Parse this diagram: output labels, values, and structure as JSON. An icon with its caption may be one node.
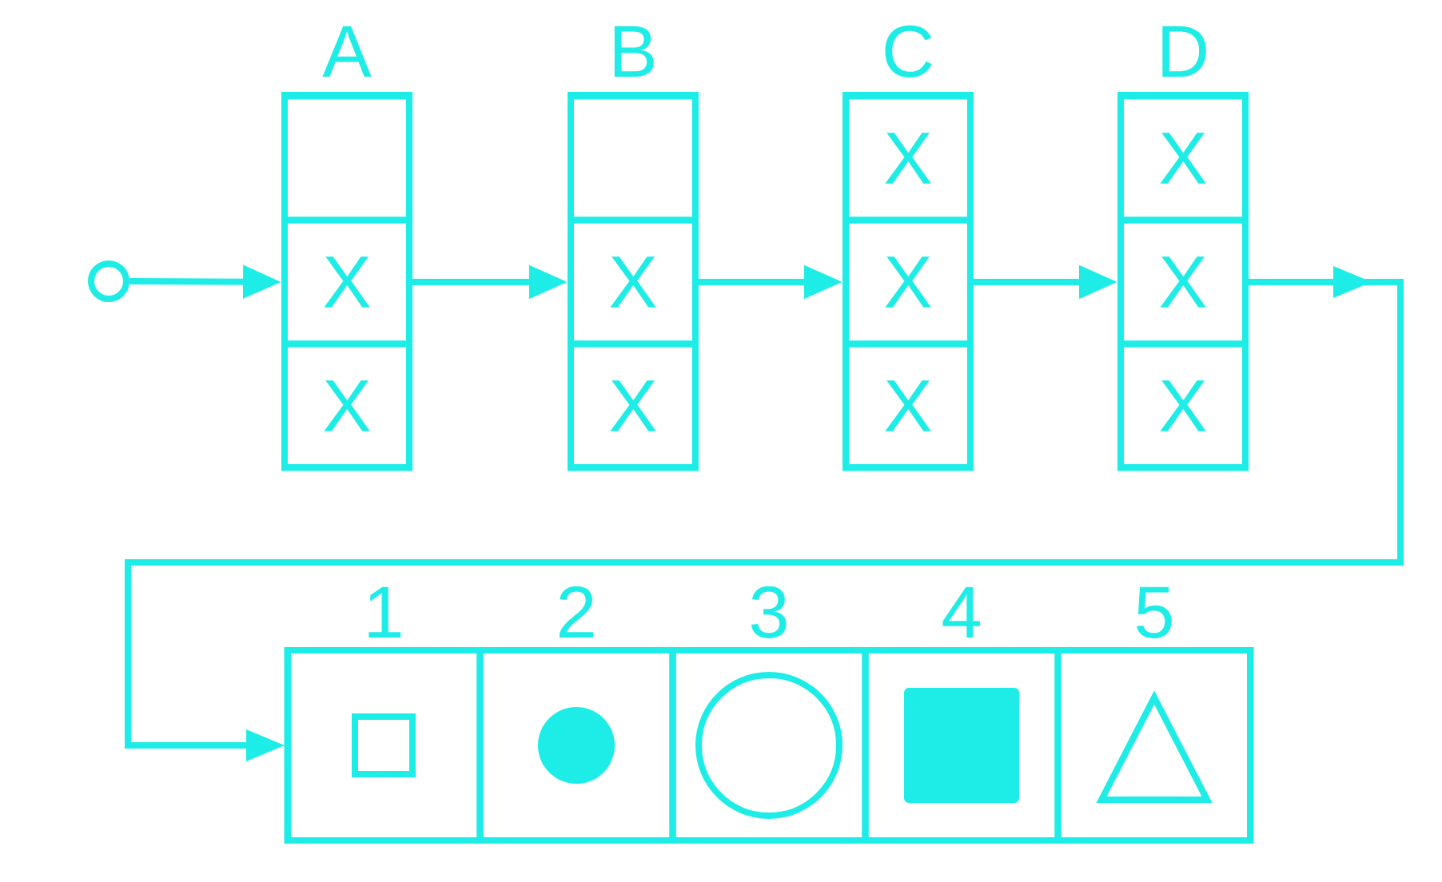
{
  "diagram": {
    "nodes": [
      {
        "text": [],
        "shape": "circle"
      },
      {
        "text": [
          "A"
        ]
      },
      {
        "text": [],
        "shape": "box",
        "in": 1
      },
      {
        "text": [
          "X"
        ],
        "in": 1
      },
      {
        "text": [
          "X"
        ],
        "in": 1
      },
      {
        "text": [
          "B"
        ]
      },
      {
        "text": [],
        "shape": "box",
        "in": 5
      },
      {
        "text": [
          "X"
        ],
        "in": 5
      },
      {
        "text": [
          "X"
        ],
        "in": 5
      },
      {
        "text": [
          "C"
        ]
      },
      {
        "text": [
          "X"
        ],
        "in": 9
      },
      {
        "text": [
          "X"
        ],
        "in": 9
      },
      {
        "text": [
          "X"
        ],
        "in": 9
      },
      {
        "text": [
          "D"
        ]
      },
      {
        "text": [
          "X"
        ],
        "in": 13
      },
      {
        "text": [
          "X"
        ],
        "in": 13
      },
      {
        "text": [
          "X"
        ],
        "in": 13
      },
      {
        "text": [],
        "shape": "box"
      },
      {
        "text": [
          "1"
        ],
        "in": 17
      },
      {
        "text": [
          "2"
        ],
        "in": 17
      },
      {
        "text": [
          "3"
        ],
        "in": 17
      },
      {
        "text": [
          "4"
        ],
        "in": 17
      },
      {
        "text": [
          "5"
        ],
        "in": 17
      }
    ],
    "edges": [
      {
        "from": 0,
        "to": 3,
        "arrow": "to"
      },
      {
        "from": 3,
        "to": 7,
        "arrow": "to"
      },
      {
        "from": 7,
        "to": 11,
        "arrow": "to"
      },
      {
        "from": 11,
        "to": 15,
        "arrow": "to"
      },
      {
        "from": 15,
        "to": 17,
        "arrow": "to"
      }
    ]
  }
}
